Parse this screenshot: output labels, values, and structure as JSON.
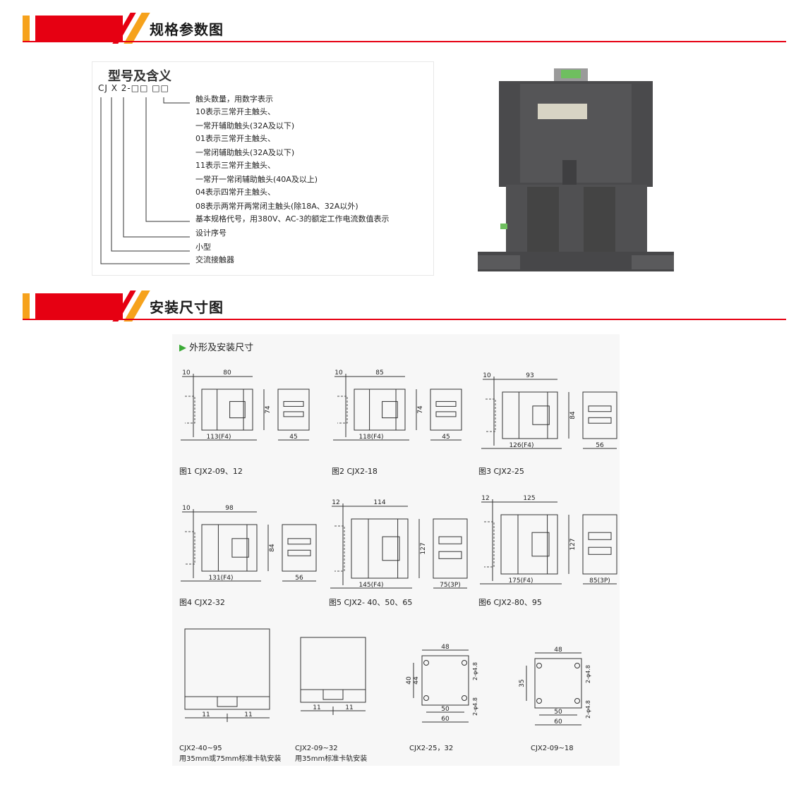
{
  "section1": {
    "title": "规格参数图"
  },
  "section2": {
    "title": "安装尺寸图"
  },
  "model": {
    "heading": "型号及含义",
    "code": "CJ X 2-□□ □□",
    "lines": [
      "触头数量，用数字表示",
      "10表示三常开主触头、",
      "一常开辅助触头(32A及以下)",
      "01表示三常开主触头、",
      "一常闭辅助触头(32A及以下)",
      "11表示三常开主触头、",
      "一常开一常闭辅助触头(40A及以上)",
      "04表示四常开主触头、",
      "08表示两常开两常闭主触头(除18A、32A以外)",
      "基本规格代号，用380V、AC-3的额定工作电流数值表示",
      "设计序号",
      "小型",
      "交流接触器"
    ]
  },
  "dims": {
    "heading": "外形及安装尺寸",
    "figures": [
      {
        "caption": "图1 CJX2-09、12",
        "top": "10",
        "width": "80",
        "height": "74",
        "base": "113(F4)",
        "side": "45"
      },
      {
        "caption": "图2 CJX2-18",
        "top": "10",
        "width": "85",
        "height": "74",
        "base": "118(F4)",
        "side": "45"
      },
      {
        "caption": "图3 CJX2-25",
        "top": "10",
        "width": "93",
        "height": "84",
        "base": "126(F4)",
        "side": "56"
      },
      {
        "caption": "图4 CJX2-32",
        "top": "10",
        "width": "98",
        "height": "84",
        "base": "131(F4)",
        "side": "56"
      },
      {
        "caption": "图5 CJX2- 40、50、65",
        "top": "12",
        "width": "114",
        "height": "127",
        "base": "145(F4)",
        "side": "75(3P)"
      },
      {
        "caption": "图6 CJX2-80、95",
        "top": "12",
        "width": "125",
        "height": "127",
        "base": "175(F4)",
        "side": "85(3P)"
      }
    ],
    "rail": [
      {
        "caption": "CJX2-40~95",
        "sub": "用35mm或75mm标准卡轨安装",
        "left": "11",
        "right": "11"
      },
      {
        "caption": "CJX2-09~32",
        "sub": "用35mm标准卡轨安装",
        "left": "11",
        "right": "11"
      }
    ],
    "holes": [
      {
        "caption": "CJX2-25，32",
        "top": "48",
        "h1": "40",
        "h2": "44",
        "w1": "50",
        "w2": "60",
        "hole1": "2-φ4.8",
        "hole2": "2-φ4.8"
      },
      {
        "caption": "CJX2-09~18",
        "top": "48",
        "h1": "35",
        "w1": "50",
        "w2": "60",
        "hole1": "2-φ4.8",
        "hole2": "2-φ4.8"
      }
    ]
  },
  "colors": {
    "accent_red": "#e60012",
    "accent_orange": "#f6a21c",
    "green_triangle": "#3aaa35"
  }
}
